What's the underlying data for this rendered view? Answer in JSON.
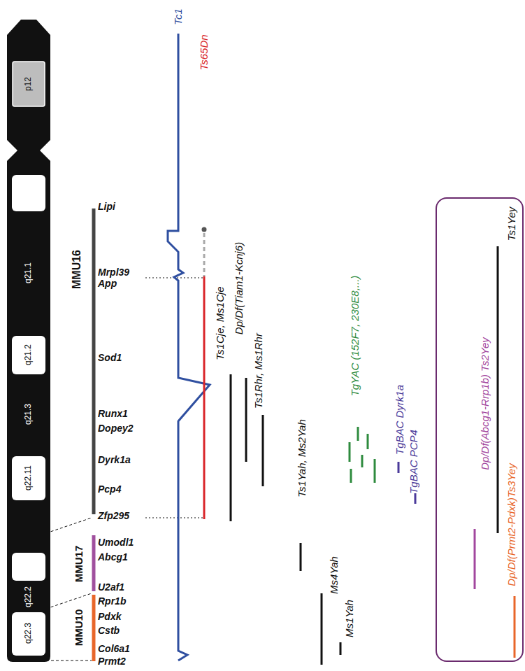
{
  "diagram": {
    "nodes": [
      {
        "text": [
          "Ts1Yey",
          "Dp/Df(Abcg1-Rrp1b) Ts2Yey",
          "Dp/Df(Prmt2-Pdxk)Ts3Yey"
        ]
      }
    ],
    "labels": [
      "p12",
      "q21.1",
      "q21.2",
      "q21.3",
      "q22.11",
      "q22.2",
      "q22.3",
      "MMU16",
      "MMU17",
      "MMU10",
      "Lipi",
      "Mrpl39",
      "App",
      "Sod1",
      "Runx1",
      "Dopey2",
      "Dyrk1a",
      "Pcp4",
      "Zfp295",
      "Umodl1",
      "Abcg1",
      "U2af1",
      "Rpr1b",
      "Pdxk",
      "Cstb",
      "Col6a1",
      "Prmt2",
      "Tc1",
      "Ts65Dn",
      "Ts1Cje, Ms1Cje",
      "Dp/Df(Tiam1-Kcnj6)",
      "Ts1Rhr, Ms1Rhr",
      "Ts1Yah, Ms2Yah",
      "Ms4Yah",
      "Ms1Yah",
      "TgYAC (152F7, 230E8,...)",
      "TgBAC Dyrk1a",
      "TgBAC PCP4"
    ]
  }
}
